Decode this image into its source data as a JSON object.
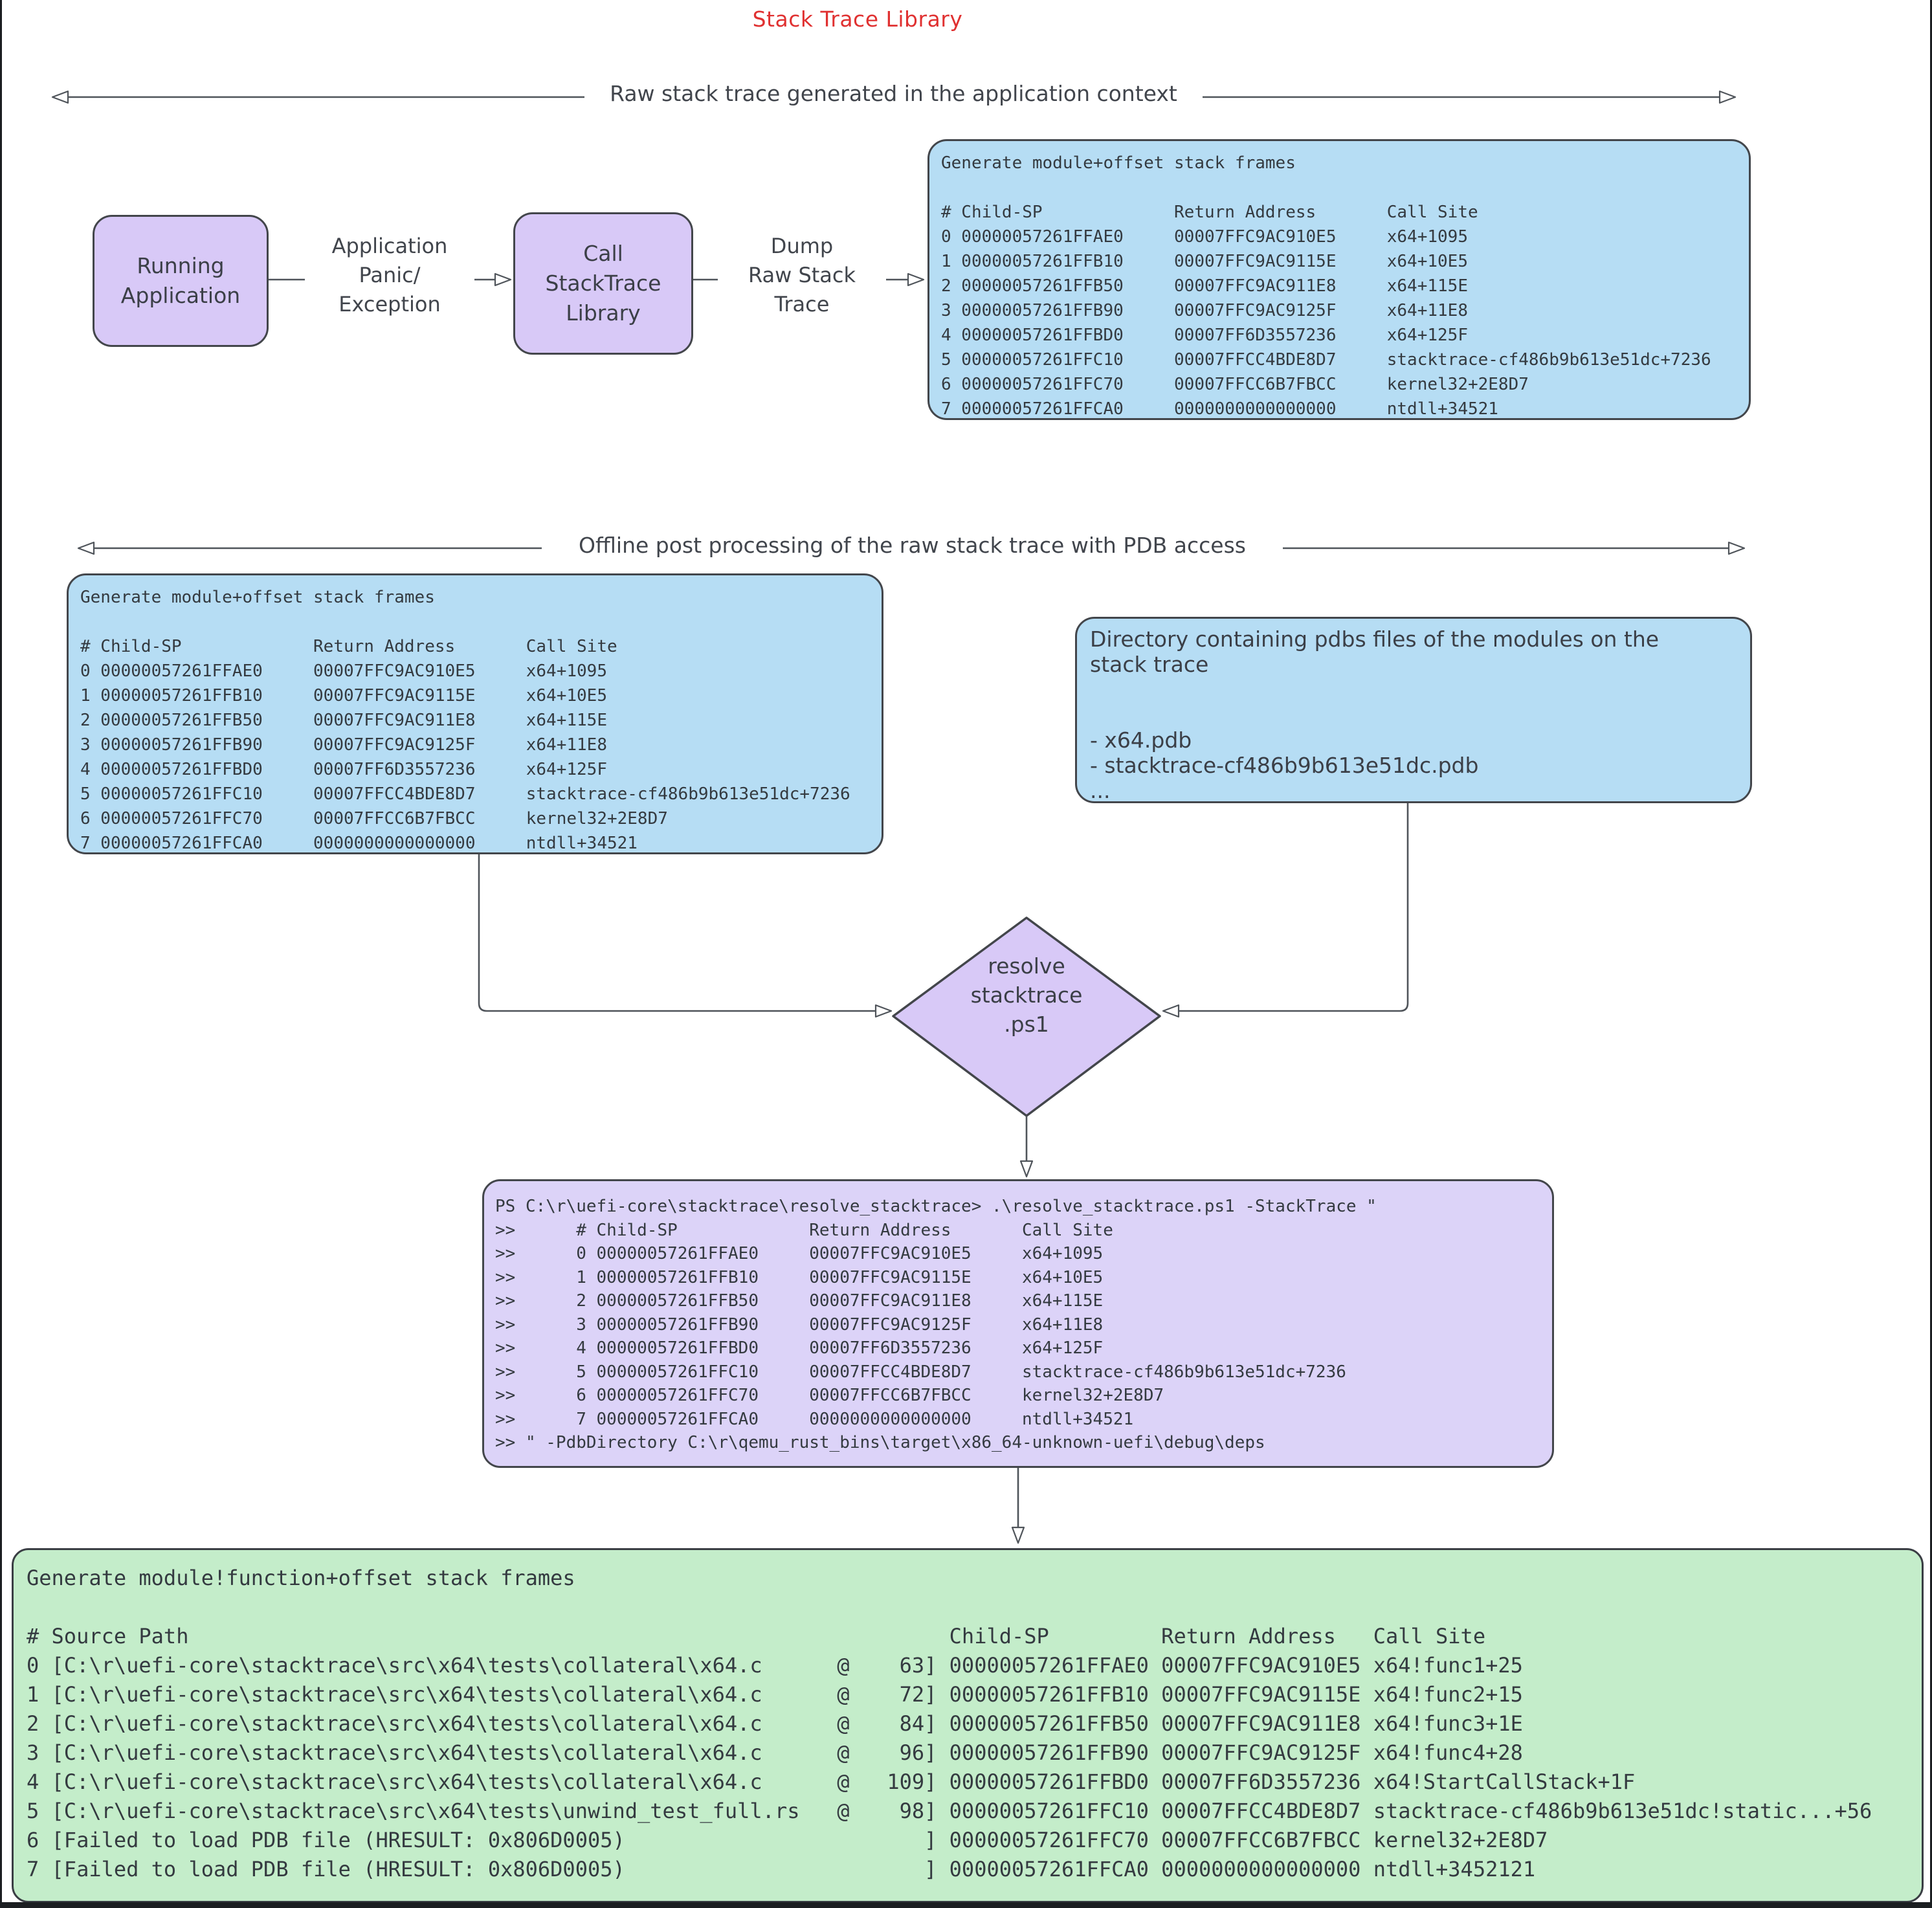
{
  "page": {
    "title": "Stack Trace Library"
  },
  "colors": {
    "title_red": "#e03131",
    "blue_box": "#b6ddf4",
    "purple_node": "#d8c9f7",
    "terminal_purple": "#dcd3f8",
    "green_box": "#c4edca",
    "stroke": "#43464b"
  },
  "sections": [
    {
      "label": "Raw stack trace generated in the application context"
    },
    {
      "label": "Offline post processing of the raw stack trace with PDB access"
    }
  ],
  "flow": {
    "running_app_lines": [
      "Running",
      "Application"
    ],
    "panic_label_lines": [
      "Application",
      "Panic/",
      "Exception"
    ],
    "call_lib_lines": [
      "Call",
      "StackTrace",
      "Library"
    ],
    "dump_label_lines": [
      "Dump",
      "Raw Stack",
      "Trace"
    ]
  },
  "module_offset_frames": [
    "Generate module+offset stack frames",
    "",
    "# Child-SP             Return Address       Call Site",
    "0 00000057261FFAE0     00007FFC9AC910E5     x64+1095",
    "1 00000057261FFB10     00007FFC9AC9115E     x64+10E5",
    "2 00000057261FFB50     00007FFC9AC911E8     x64+115E",
    "3 00000057261FFB90     00007FFC9AC9125F     x64+11E8",
    "4 00000057261FFBD0     00007FF6D3557236     x64+125F",
    "5 00000057261FFC10     00007FFCC4BDE8D7     stacktrace-cf486b9b613e51dc+7236",
    "6 00000057261FFC70     00007FFCC6B7FBCC     kernel32+2E8D7",
    "7 00000057261FFCA0     0000000000000000     ntdll+34521"
  ],
  "pdb_directory_lines": [
    "Directory containing pdbs files of the modules on the",
    "stack trace",
    "",
    "",
    "- x64.pdb",
    "- stacktrace-cf486b9b613e51dc.pdb",
    "..."
  ],
  "resolver_lines": [
    "resolve",
    "stacktrace",
    ".ps1"
  ],
  "terminal_lines": [
    "PS C:\\r\\uefi-core\\stacktrace\\resolve_stacktrace> .\\resolve_stacktrace.ps1 -StackTrace \"",
    ">>      # Child-SP             Return Address       Call Site",
    ">>      0 00000057261FFAE0     00007FFC9AC910E5     x64+1095",
    ">>      1 00000057261FFB10     00007FFC9AC9115E     x64+10E5",
    ">>      2 00000057261FFB50     00007FFC9AC911E8     x64+115E",
    ">>      3 00000057261FFB90     00007FFC9AC9125F     x64+11E8",
    ">>      4 00000057261FFBD0     00007FF6D3557236     x64+125F",
    ">>      5 00000057261FFC10     00007FFCC4BDE8D7     stacktrace-cf486b9b613e51dc+7236",
    ">>      6 00000057261FFC70     00007FFCC6B7FBCC     kernel32+2E8D7",
    ">>      7 00000057261FFCA0     0000000000000000     ntdll+34521",
    ">> \" -PdbDirectory C:\\r\\qemu_rust_bins\\target\\x86_64-unknown-uefi\\debug\\deps"
  ],
  "resolved_frames": [
    "Generate module!function+offset stack frames",
    "",
    "# Source Path                                                             Child-SP         Return Address   Call Site",
    "0 [C:\\r\\uefi-core\\stacktrace\\src\\x64\\tests\\collateral\\x64.c      @    63] 00000057261FFAE0 00007FFC9AC910E5 x64!func1+25",
    "1 [C:\\r\\uefi-core\\stacktrace\\src\\x64\\tests\\collateral\\x64.c      @    72] 00000057261FFB10 00007FFC9AC9115E x64!func2+15",
    "2 [C:\\r\\uefi-core\\stacktrace\\src\\x64\\tests\\collateral\\x64.c      @    84] 00000057261FFB50 00007FFC9AC911E8 x64!func3+1E",
    "3 [C:\\r\\uefi-core\\stacktrace\\src\\x64\\tests\\collateral\\x64.c      @    96] 00000057261FFB90 00007FFC9AC9125F x64!func4+28",
    "4 [C:\\r\\uefi-core\\stacktrace\\src\\x64\\tests\\collateral\\x64.c      @   109] 00000057261FFBD0 00007FF6D3557236 x64!StartCallStack+1F",
    "5 [C:\\r\\uefi-core\\stacktrace\\src\\x64\\tests\\unwind_test_full.rs   @    98] 00000057261FFC10 00007FFCC4BDE8D7 stacktrace-cf486b9b613e51dc!static...+56",
    "6 [Failed to load PDB file (HRESULT: 0x806D0005)                        ] 00000057261FFC70 00007FFCC6B7FBCC kernel32+2E8D7",
    "7 [Failed to load PDB file (HRESULT: 0x806D0005)                        ] 00000057261FFCA0 0000000000000000 ntdll+3452121"
  ]
}
